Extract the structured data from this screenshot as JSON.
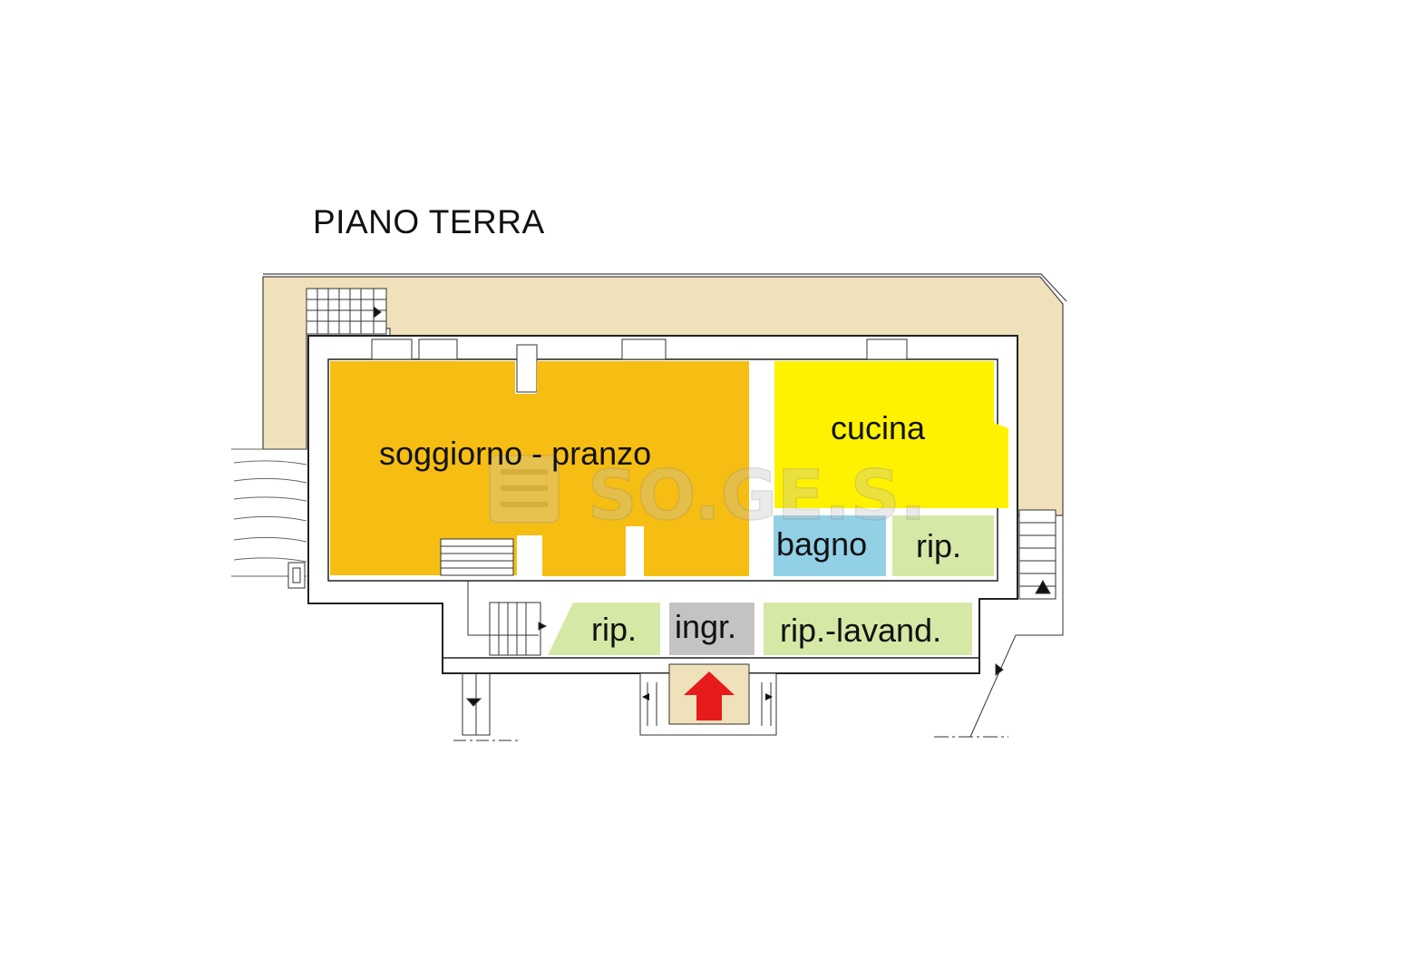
{
  "title": "PIANO TERRA",
  "rooms": {
    "living": "soggiorno - pranzo",
    "kitchen": "cucina",
    "bathroom": "bagno",
    "storage_1": "rip.",
    "storage_2": "rip.",
    "entrance": "ingr.",
    "laundry": "rip.-lavand."
  },
  "watermark": "SO.GE.S.",
  "colors": {
    "living": "#F6BE12",
    "kitchen": "#FFF200",
    "bathroom": "#92D0E6",
    "storage": "#D5E8A6",
    "entrance": "#C3C3C3",
    "terrace": "#EFE1BA",
    "entry_arrow": "#E81B1B"
  }
}
